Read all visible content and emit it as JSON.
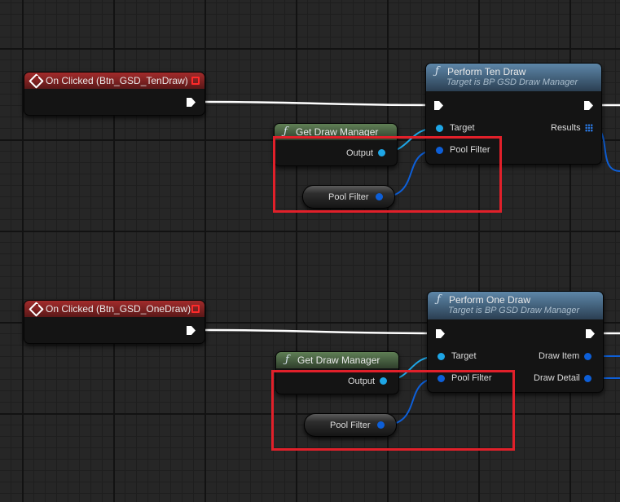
{
  "graph": {
    "top": {
      "event": {
        "title": "On Clicked (Btn_GSD_TenDraw)"
      },
      "getter": {
        "title": "Get Draw Manager",
        "output_label": "Output"
      },
      "variable": {
        "label": "Pool Filter"
      },
      "function": {
        "title": "Perform Ten Draw",
        "subtitle": "Target is BP GSD Draw Manager",
        "inputs": [
          "Target",
          "Pool Filter"
        ],
        "outputs": [
          "Results"
        ]
      }
    },
    "bottom": {
      "event": {
        "title": "On Clicked (Btn_GSD_OneDraw)"
      },
      "getter": {
        "title": "Get Draw Manager",
        "output_label": "Output"
      },
      "variable": {
        "label": "Pool Filter"
      },
      "function": {
        "title": "Perform One Draw",
        "subtitle": "Target is BP GSD Draw Manager",
        "inputs": [
          "Target",
          "Pool Filter"
        ],
        "outputs": [
          "Draw Item",
          "Draw Detail"
        ]
      }
    }
  },
  "colors": {
    "event_header": "#a32b2b",
    "function_header": "#5d86a8",
    "pure_header": "#5f7f55",
    "object_pin": "#1ea6e6",
    "struct_pin": "#0d5fd8",
    "exec_wire": "#ffffff",
    "highlight": "#e1202a"
  },
  "icons": [
    "event-diamond-icon",
    "function-f-icon",
    "exec-pin-icon",
    "array-grid-icon"
  ]
}
